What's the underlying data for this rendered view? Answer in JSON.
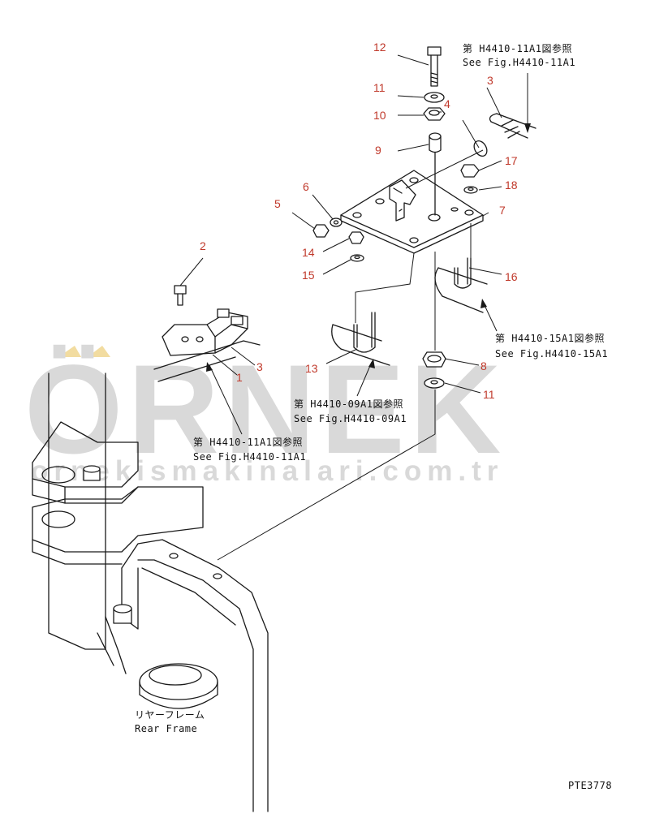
{
  "colors": {
    "ink": "#1a1a1a",
    "callout_red": "#c0392b",
    "watermark_gray": "#d9d9d9",
    "watermark_accent": "#f2dca0"
  },
  "watermark": {
    "brand": "ÖRNEK",
    "url": "ornekismakinalari.com.tr"
  },
  "callouts": [
    "12",
    "11",
    "4",
    "10",
    "9",
    "3",
    "17",
    "18",
    "7",
    "6",
    "5",
    "14",
    "15",
    "16",
    "2",
    "3",
    "1",
    "13",
    "8",
    "11"
  ],
  "references": {
    "top_right_jp": "第 H4410-11A1図参照",
    "top_right_en": "See Fig.H4410-11A1",
    "right_jp": "第 H4410-15A1図参照",
    "right_en": "See Fig.H4410-15A1",
    "center_jp": "第 H4410-09A1図参照",
    "center_en": "See Fig.H4410-09A1",
    "left_jp": "第 H4410-11A1図参照",
    "left_en": "See Fig.H4410-11A1"
  },
  "rear_frame": {
    "jp": "リヤーフレーム",
    "en": "Rear Frame"
  },
  "figure_code": "PTE3778"
}
